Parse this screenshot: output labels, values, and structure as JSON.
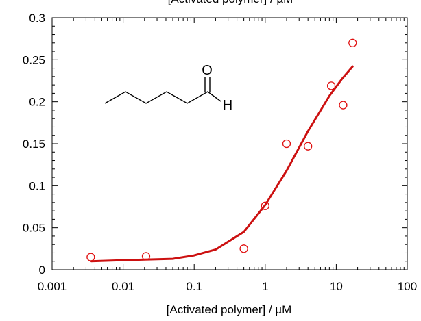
{
  "chart_data": {
    "type": "scatter",
    "top_caption": "[Activated polymer] / µM",
    "xlabel": "[Activated polymer] / µM",
    "ylabel": "",
    "xscale": "log",
    "xlim": [
      0.001,
      100
    ],
    "ylim": [
      0,
      0.3
    ],
    "grid": false,
    "legend": "none",
    "x_ticks": [
      0.001,
      0.01,
      0.1,
      1,
      10,
      100
    ],
    "x_tick_labels": [
      "0.001",
      "0.01",
      "0.1",
      "1",
      "10",
      "100"
    ],
    "y_ticks": [
      0,
      0.05,
      0.1,
      0.15,
      0.2,
      0.25,
      0.3
    ],
    "y_tick_labels": [
      "0",
      "0.05",
      "0.1",
      "0.15",
      "0.2",
      "0.25",
      "0.3"
    ],
    "series": [
      {
        "kind": "points",
        "marker": "open-circle",
        "color": "#e01010",
        "x": [
          0.0035,
          0.021,
          0.5,
          1.0,
          2.0,
          4.0,
          8.5,
          12.5,
          17.0
        ],
        "y": [
          0.015,
          0.016,
          0.025,
          0.076,
          0.15,
          0.147,
          0.219,
          0.196,
          0.27
        ]
      },
      {
        "kind": "fit-line",
        "color": "#cc1010",
        "x": [
          0.0035,
          0.008,
          0.02,
          0.05,
          0.1,
          0.2,
          0.5,
          1,
          2,
          4,
          8,
          12,
          17
        ],
        "y": [
          0.01,
          0.011,
          0.012,
          0.013,
          0.017,
          0.024,
          0.045,
          0.077,
          0.118,
          0.165,
          0.207,
          0.227,
          0.242
        ]
      }
    ],
    "annotation": {
      "type": "chemical-structure",
      "name": "hexanal",
      "labels": [
        "O",
        "H"
      ]
    }
  }
}
